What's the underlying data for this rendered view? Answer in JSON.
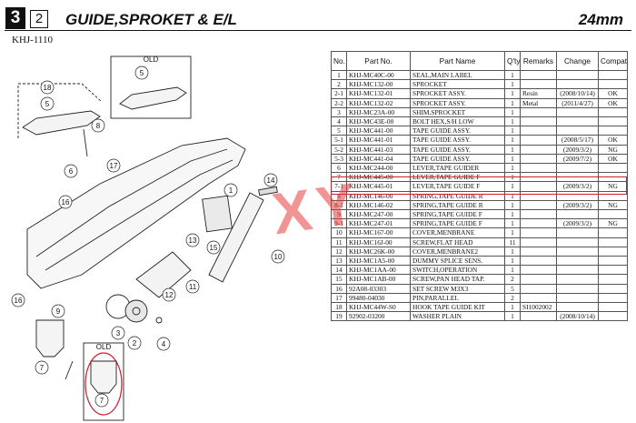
{
  "header": {
    "section_number": "3",
    "sub_number": "2",
    "title": "GUIDE,SPROKET & E/L",
    "size": "24mm",
    "model": "KHJ-1110"
  },
  "diagram": {
    "old_labels": [
      "OLD",
      "OLD"
    ],
    "callouts": [
      "18",
      "5",
      "8",
      "17",
      "1",
      "14",
      "6",
      "16",
      "15",
      "13",
      "10",
      "11",
      "12",
      "3",
      "2",
      "4",
      "9",
      "16",
      "7",
      "7",
      "5"
    ]
  },
  "table": {
    "headers": [
      "No.",
      "Part No.",
      "Part Name",
      "Q'ty",
      "Remarks",
      "Change",
      "Compati."
    ],
    "rows": [
      [
        "1",
        "KHJ-MC40C-00",
        "SEAL,MAIN LABEL",
        "1",
        "",
        "",
        ""
      ],
      [
        "2",
        "KHJ-MC132-00",
        "SPROCKET",
        "1",
        "",
        "",
        ""
      ],
      [
        "2-1",
        "KHJ-MC132-01",
        "SPROCKET ASSY.",
        "1",
        "Resin",
        "(2008/10/14)",
        "OK"
      ],
      [
        "2-2",
        "KHJ-MC132-02",
        "SPROCKET ASSY.",
        "1",
        "Metal",
        "(2011/4/27)",
        "OK"
      ],
      [
        "3",
        "KHJ-MC23A-00",
        "SHIM,SPROCKET",
        "1",
        "",
        "",
        ""
      ],
      [
        "4",
        "KHJ-MC43E-00",
        "BOLT HEX,S/H LOW",
        "1",
        "",
        "",
        ""
      ],
      [
        "5",
        "KHJ-MC441-00",
        "TAPE GUIDE ASSY.",
        "1",
        "",
        "",
        ""
      ],
      [
        "5-1",
        "KHJ-MC441-01",
        "TAPE GUIDE ASSY.",
        "1",
        "",
        "(2008/5/17)",
        "OK"
      ],
      [
        "5-2",
        "KHJ-MC441-03",
        "TAPE GUIDE ASSY.",
        "1",
        "",
        "(2009/3/2)",
        "NG"
      ],
      [
        "5-3",
        "KHJ-MC441-04",
        "TAPE GUIDE ASSY.",
        "1",
        "",
        "(2009/7/2)",
        "OK"
      ],
      [
        "6",
        "KHJ-MC244-00",
        "LEVER,TAPE GUIDER",
        "1",
        "",
        "",
        ""
      ],
      [
        "7",
        "KHJ-MC445-00",
        "LEVER,TAPE GUIDE F",
        "1",
        "",
        "",
        ""
      ],
      [
        "7-1",
        "KHJ-MC445-01",
        "LEVER,TAPE GUIDE F",
        "1",
        "",
        "(2009/3/2)",
        "NG"
      ],
      [
        "8",
        "KHJ-MC146-00",
        "SPRING,TAPE GUIDE R",
        "1",
        "",
        "",
        ""
      ],
      [
        "8-1",
        "KHJ-MC146-02",
        "SPRING,TAPE GUIDE R",
        "1",
        "",
        "(2009/3/2)",
        "NG"
      ],
      [
        "9",
        "KHJ-MC247-00",
        "SPRING,TAPE GUIDE F",
        "1",
        "",
        "",
        ""
      ],
      [
        "9-1",
        "KHJ-MC247-01",
        "SPRING,TAPE GUIDE F",
        "1",
        "",
        "(2009/3/2)",
        "NG"
      ],
      [
        "10",
        "KHJ-MC167-00",
        "COVER,MENBRANE",
        "1",
        "",
        "",
        ""
      ],
      [
        "11",
        "KHJ-MC16J-00",
        "SCREW,FLAT HEAD",
        "11",
        "",
        "",
        ""
      ],
      [
        "12",
        "KHJ-MC26K-00",
        "COVER,MENBRANE2",
        "1",
        "",
        "",
        ""
      ],
      [
        "13",
        "KHJ-MC1A5-00",
        "DUMMY SPLICE SENS.",
        "1",
        "",
        "",
        ""
      ],
      [
        "14",
        "KHJ-MC1AA-00",
        "SWITCH,OPERATION",
        "1",
        "",
        "",
        ""
      ],
      [
        "15",
        "KHJ-MC1AB-00",
        "SCREW,PAN HEAD TAP.",
        "2",
        "",
        "",
        ""
      ],
      [
        "16",
        "92A08-03303",
        "SET SCREW  M3X3",
        "5",
        "",
        "",
        ""
      ],
      [
        "17",
        "99480-04030",
        "PIN,PARALLEL",
        "2",
        "",
        "",
        ""
      ],
      [
        "18",
        "KHJ-MC44W-S0",
        "HOOK TAPE GUIDE KIT",
        "1",
        "SI1002002",
        "",
        ""
      ],
      [
        "19",
        "92902-03200",
        "WASHER PLAIN",
        "1",
        "",
        "(2008/10/14)",
        ""
      ]
    ]
  },
  "watermark": "XY",
  "colors": {
    "highlight": "#d02030",
    "watermark": "#e63c3c"
  }
}
